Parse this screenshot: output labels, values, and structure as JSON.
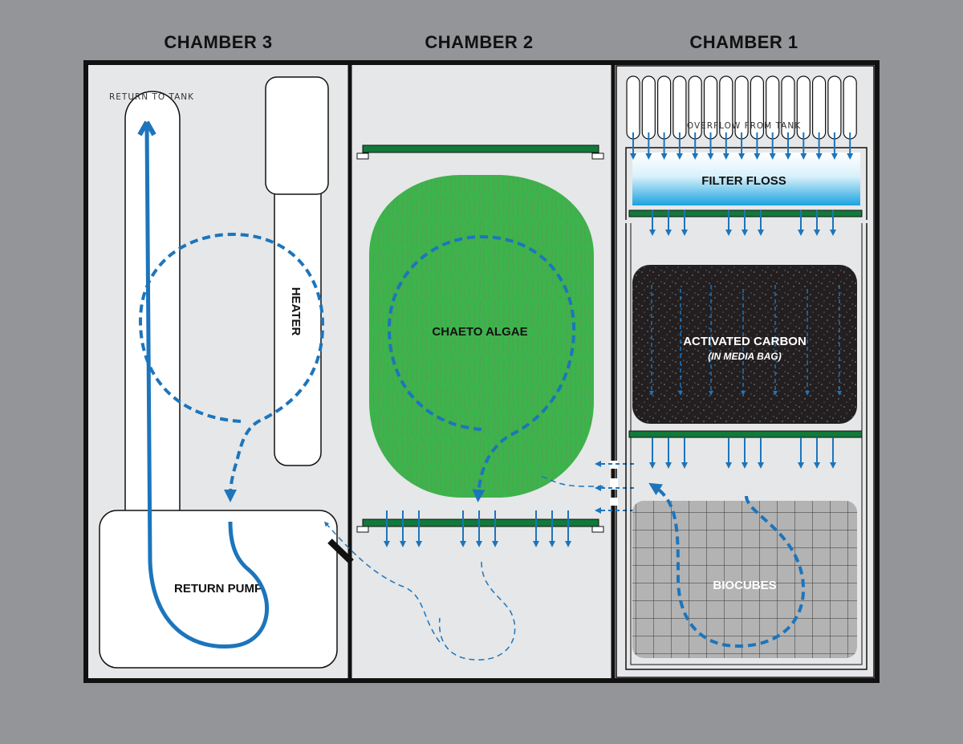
{
  "chambers": {
    "chamber3": "CHAMBER 3",
    "chamber2": "CHAMBER 2",
    "chamber1": "CHAMBER 1"
  },
  "labels": {
    "return_to_tank": "RETURN TO TANK",
    "heater": "HEATER",
    "return_pump": "RETURN PUMP",
    "chaeto_algae": "CHAETO ALGAE",
    "overflow_from_tank": "OVERFLOW FROM TANK",
    "filter_floss": "FILTER FLOSS",
    "activated_carbon": "ACTIVATED CARBON",
    "in_media_bag": "(IN MEDIA BAG)",
    "biocubes": "BIOCUBES"
  },
  "colors": {
    "background": "#939598",
    "panel": "#e6e7e8",
    "outline": "#111111",
    "water_flow": "#1c75bc",
    "algae": "#3cb44b",
    "sponge_green": "#117a3a",
    "carbon": "#231f20",
    "biocube": "#b3b3b3"
  },
  "icons": {
    "flow": "arrow-down-icon",
    "return": "chevron-up-icon"
  }
}
